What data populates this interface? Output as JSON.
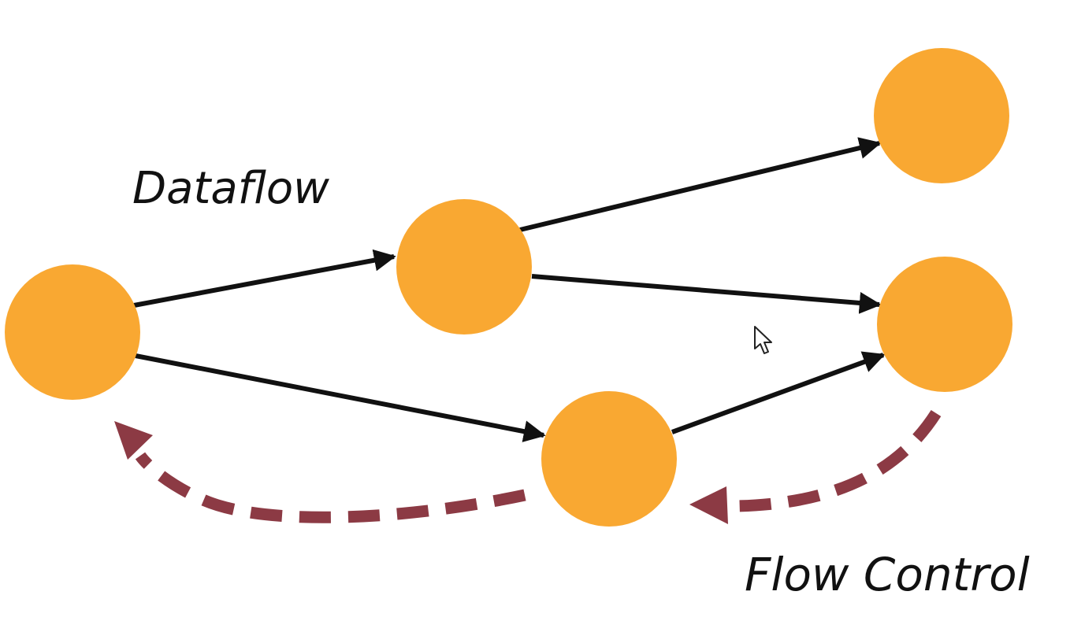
{
  "labels": {
    "dataflow": "Dataflow",
    "flow_control": "Flow Control"
  },
  "colors": {
    "node_fill": "#f9a832",
    "dataflow_edge": "#111111",
    "flow_control_edge": "#8c3a44",
    "text": "#111111"
  },
  "nodes": [
    {
      "id": "source"
    },
    {
      "id": "middle-top"
    },
    {
      "id": "middle-bottom"
    },
    {
      "id": "sink-top"
    },
    {
      "id": "sink-middle"
    }
  ],
  "dataflow_edges": [
    {
      "from": "source",
      "to": "middle-top"
    },
    {
      "from": "source",
      "to": "middle-bottom"
    },
    {
      "from": "middle-top",
      "to": "sink-top"
    },
    {
      "from": "middle-top",
      "to": "sink-middle"
    },
    {
      "from": "middle-bottom",
      "to": "sink-middle"
    }
  ],
  "flow_control_edges": [
    {
      "from": "sink-middle",
      "to": "middle-bottom"
    },
    {
      "from": "middle-bottom",
      "to": "source"
    }
  ]
}
